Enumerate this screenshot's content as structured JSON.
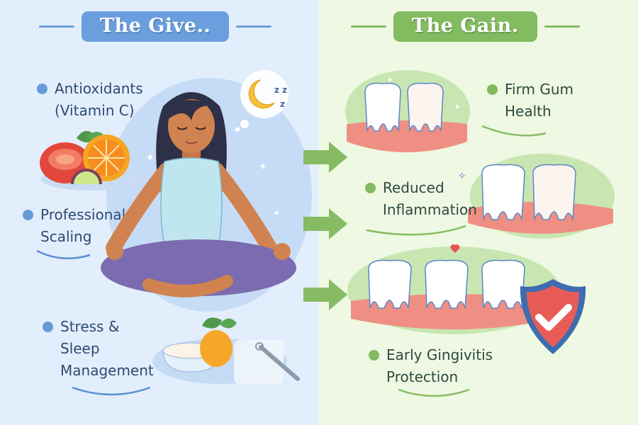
{
  "give": {
    "title": "The Give..",
    "items": [
      {
        "label": "Antioxidants\n(Vitamin C)",
        "icon": "citrus-fruits-icon"
      },
      {
        "label": "Professional\nScaling",
        "icon": "dental-scaler-icon"
      },
      {
        "label": "Stress &\nSleep\nManagement",
        "icon": "sleep-moon-icon"
      }
    ],
    "center_figure": "meditating-woman-illustration"
  },
  "gain": {
    "title": "The Gain.",
    "items": [
      {
        "label": "Firm Gum\nHealth",
        "icon": "healthy-teeth-icon"
      },
      {
        "label": "Reduced\nInflammation",
        "icon": "teeth-gums-icon"
      },
      {
        "label": "Early Gingivitis\nProtection",
        "icon": "shield-check-icon"
      }
    ]
  },
  "colors": {
    "give_bg": "#e2eefc",
    "gain_bg": "#eef8e2",
    "give_accent": "#6a9ede",
    "gain_accent": "#83bb60",
    "gum": "#ee8a80",
    "shield": "#e85c58",
    "shield_border": "#3d6cb0"
  }
}
